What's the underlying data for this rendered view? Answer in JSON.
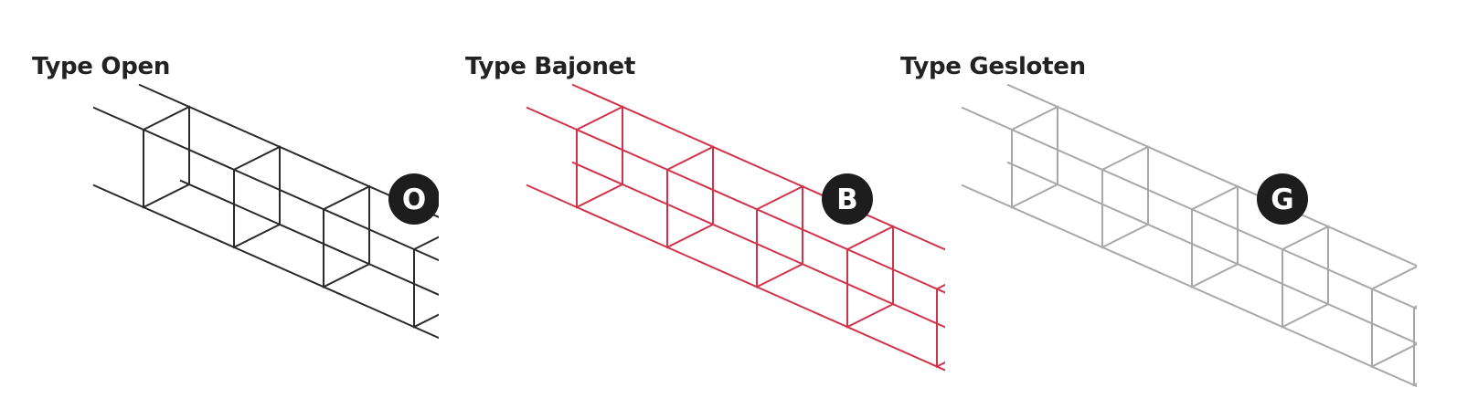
{
  "panels": [
    {
      "title": "Type Open",
      "badge": "O",
      "stroke": "#2a2a2a",
      "type": "open"
    },
    {
      "title": "Type Bajonet",
      "badge": "B",
      "stroke": "#d0344a",
      "type": "bajonet"
    },
    {
      "title": "Type Gesloten",
      "badge": "G",
      "stroke": "#a8a8a8",
      "type": "gesloten"
    }
  ],
  "colors": {
    "badge_fill": "#1d1d1d",
    "badge_text": "#ffffff",
    "title_text": "#222222"
  }
}
